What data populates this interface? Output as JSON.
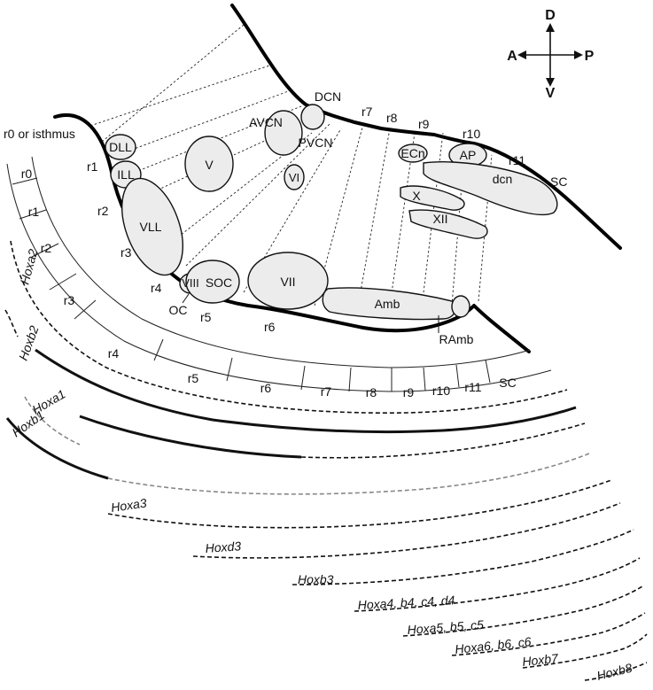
{
  "compass": {
    "d": "D",
    "a": "A",
    "p": "P",
    "v": "V"
  },
  "brain_rhombomeres": {
    "r0": "r0 or isthmus",
    "r1": "r1",
    "r2": "r2",
    "r3": "r3",
    "r4": "r4",
    "r5": "r5",
    "r6": "r6",
    "r7": "r7",
    "r8": "r8",
    "r9": "r9",
    "r10": "r10",
    "r11": "r11",
    "sc": "SC"
  },
  "nuclei": {
    "dll": "DLL",
    "ill": "ILL",
    "vll": "VLL",
    "viii": "VIII",
    "soc": "SOC",
    "oc": "OC",
    "v": "V",
    "vi": "VI",
    "vii": "VII",
    "avcn": "AVCN",
    "pvcn": "PVCN",
    "dcn": "DCN",
    "ecn": "ECn",
    "ap": "AP",
    "dcn_lower": "dcn",
    "x": "X",
    "xii": "XII",
    "amb": "Amb",
    "ramb": "RAmb"
  },
  "strip": [
    "r0",
    "r1",
    "r2",
    "r3",
    "r4",
    "r5",
    "r6",
    "r7",
    "r8",
    "r9",
    "r10",
    "r11",
    "SC"
  ],
  "genes": {
    "hoxa2": "Hoxa2",
    "hoxb2": "Hoxb2",
    "hoxa1": "Hoxa1",
    "hoxb1": "Hoxb1",
    "hoxa3": "Hoxa3",
    "hoxd3": "Hoxd3",
    "hoxb3": "Hoxb3",
    "hox4": "Hoxa4, b4, c4, d4",
    "hox5": "Hoxa5, b5, c5",
    "hox6": "Hoxa6, b6, c6",
    "hoxb7": "Hoxb7",
    "hoxb8": "Hoxb8"
  }
}
